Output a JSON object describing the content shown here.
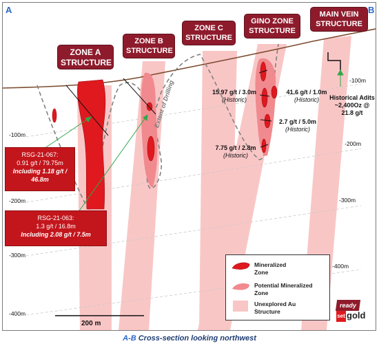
{
  "corner_labels": {
    "left": "A",
    "right": "B"
  },
  "zones": [
    {
      "id": "zone-a",
      "label": "ZONE A STRUCTURE"
    },
    {
      "id": "zone-b",
      "label": "ZONE B STRUCTURE"
    },
    {
      "id": "zone-c",
      "label": "ZONE C STRUCTURE"
    },
    {
      "id": "gino",
      "label": "GINO ZONE STRUCTURE"
    },
    {
      "id": "main-vein",
      "label": "MAIN VEIN STRUCTURE"
    }
  ],
  "depth_labels_left": [
    "-100m",
    "-200m",
    "-300m",
    "-400m"
  ],
  "depth_labels_right": [
    "-100m",
    "-200m",
    "-300m",
    "-400m"
  ],
  "assays": [
    {
      "value": "15.97 g/t / 3.0m",
      "note": "(Historic)"
    },
    {
      "value": "41.6 g/t / 1.0m",
      "note": "(Historic)"
    },
    {
      "value": "2.7 g/t / 5.0m",
      "note": "(Historic)"
    },
    {
      "value": "7.75 g/t / 2.8m",
      "note": "(Historic)"
    }
  ],
  "historical_adits": {
    "line1": "Historical Adits",
    "line2": "~2,400Oz @",
    "line3": "21.8 g/t"
  },
  "extent_of_drilling": "Extent of Drilling",
  "callouts": [
    {
      "id": "rsg-21-067",
      "line1": "RSG-21-067:",
      "line2": "0.91 g/t / 79.75m",
      "line3": "Including 1.18 g/t /",
      "line4": "46.8m"
    },
    {
      "id": "rsg-21-063",
      "line1": "RSG-21-063:",
      "line2": "1.3 g/t / 16.8m",
      "line3": "Including 2.08 g/t / 7.5m"
    }
  ],
  "scale_bar": "200 m",
  "legend": {
    "mineralized": "Mineralized Zone",
    "mineralized_l1": "Mineralized",
    "mineralized_l2": "Zone",
    "potential_l1": "Potential Mineralized",
    "potential_l2": "Zone",
    "unexplored_l1": "Unexplored Au",
    "unexplored_l2": "Structure"
  },
  "logo": {
    "line1": "ready",
    "line2a": "set",
    "line2b": "gold"
  },
  "caption": {
    "ab": "A-B",
    "text": "Cross-section looking northwest"
  },
  "colors": {
    "zone_box": "#8e1b2c",
    "mineralized": "#e0191f",
    "potential": "#f08a8e",
    "unexplored": "#f9c6c6",
    "callout": "#c3161c",
    "surface": "#7b4a2e",
    "drill_arrow": "#2ea84a"
  }
}
